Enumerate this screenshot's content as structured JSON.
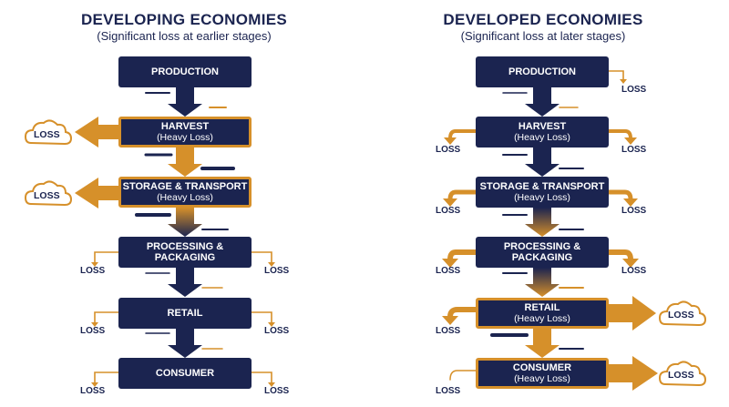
{
  "developing": {
    "title": "DEVELOPING ECONOMIES",
    "subtitle": "(Significant loss at earlier stages)",
    "stages": [
      {
        "name": "PRODUCTION",
        "note": ""
      },
      {
        "name": "HARVEST",
        "note": "(Heavy Loss)"
      },
      {
        "name": "STORAGE & TRANSPORT",
        "note": "(Heavy Loss)"
      },
      {
        "name": "PROCESSING &\nPACKAGING",
        "note": ""
      },
      {
        "name": "RETAIL",
        "note": ""
      },
      {
        "name": "CONSUMER",
        "note": ""
      }
    ],
    "loss_label": "LOSS"
  },
  "developed": {
    "title": "DEVELOPED ECONOMIES",
    "subtitle": "(Significant loss at later stages)",
    "stages": [
      {
        "name": "PRODUCTION",
        "note": ""
      },
      {
        "name": "HARVEST",
        "note": "(Heavy Loss)"
      },
      {
        "name": "STORAGE & TRANSPORT",
        "note": "(Heavy Loss)"
      },
      {
        "name": "PROCESSING &\nPACKAGING",
        "note": ""
      },
      {
        "name": "RETAIL",
        "note": "(Heavy Loss)"
      },
      {
        "name": "CONSUMER",
        "note": "(Heavy Loss)"
      }
    ],
    "loss_label": "LOSS"
  },
  "colors": {
    "navy": "#1b2450",
    "gold": "#d6902a",
    "white": "#ffffff"
  },
  "icons": [
    "cloud-icon",
    "loss-arrow-icon",
    "flow-arrow-icon"
  ]
}
